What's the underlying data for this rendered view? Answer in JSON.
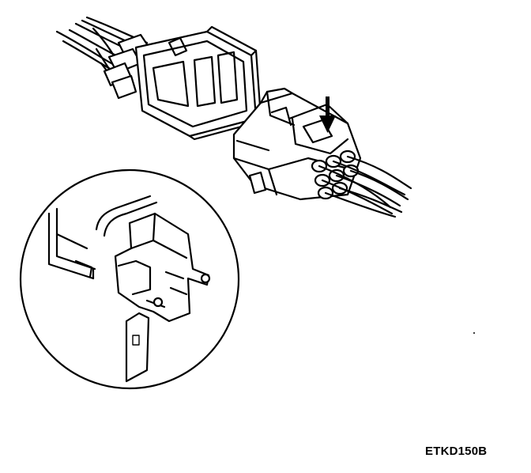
{
  "figure": {
    "code": "ETKD150B",
    "ink_color": "#000000",
    "background_color": "#ffffff",
    "icons": [
      "connector-male-housing",
      "connector-female-housing",
      "press-direction-arrow",
      "wire-bundle",
      "lock-tab-detail"
    ]
  }
}
